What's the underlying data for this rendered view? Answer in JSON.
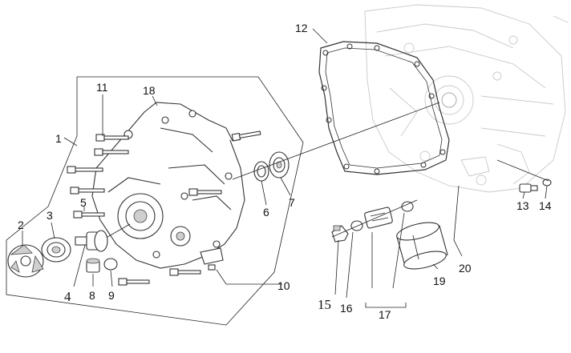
{
  "diagram": {
    "kind": "exploded-parts-view",
    "subject": "engine crankcase cover assembly",
    "callouts": [
      {
        "id": "1",
        "label": "1"
      },
      {
        "id": "2",
        "label": "2"
      },
      {
        "id": "3",
        "label": "3"
      },
      {
        "id": "4",
        "label": "4"
      },
      {
        "id": "5",
        "label": "5"
      },
      {
        "id": "6",
        "label": "6"
      },
      {
        "id": "7",
        "label": "7"
      },
      {
        "id": "8",
        "label": "8"
      },
      {
        "id": "9",
        "label": "9"
      },
      {
        "id": "10",
        "label": "10"
      },
      {
        "id": "11",
        "label": "11"
      },
      {
        "id": "12",
        "label": "12"
      },
      {
        "id": "13",
        "label": "13"
      },
      {
        "id": "14",
        "label": "14"
      },
      {
        "id": "15",
        "label": "15"
      },
      {
        "id": "16",
        "label": "16"
      },
      {
        "id": "17",
        "label": "17"
      },
      {
        "id": "18",
        "label": "18"
      },
      {
        "id": "19",
        "label": "19"
      },
      {
        "id": "20",
        "label": "20"
      }
    ]
  },
  "colors": {
    "line": "#222222",
    "ghost": "#c9c9c9",
    "shade": "#cfcfcf"
  }
}
